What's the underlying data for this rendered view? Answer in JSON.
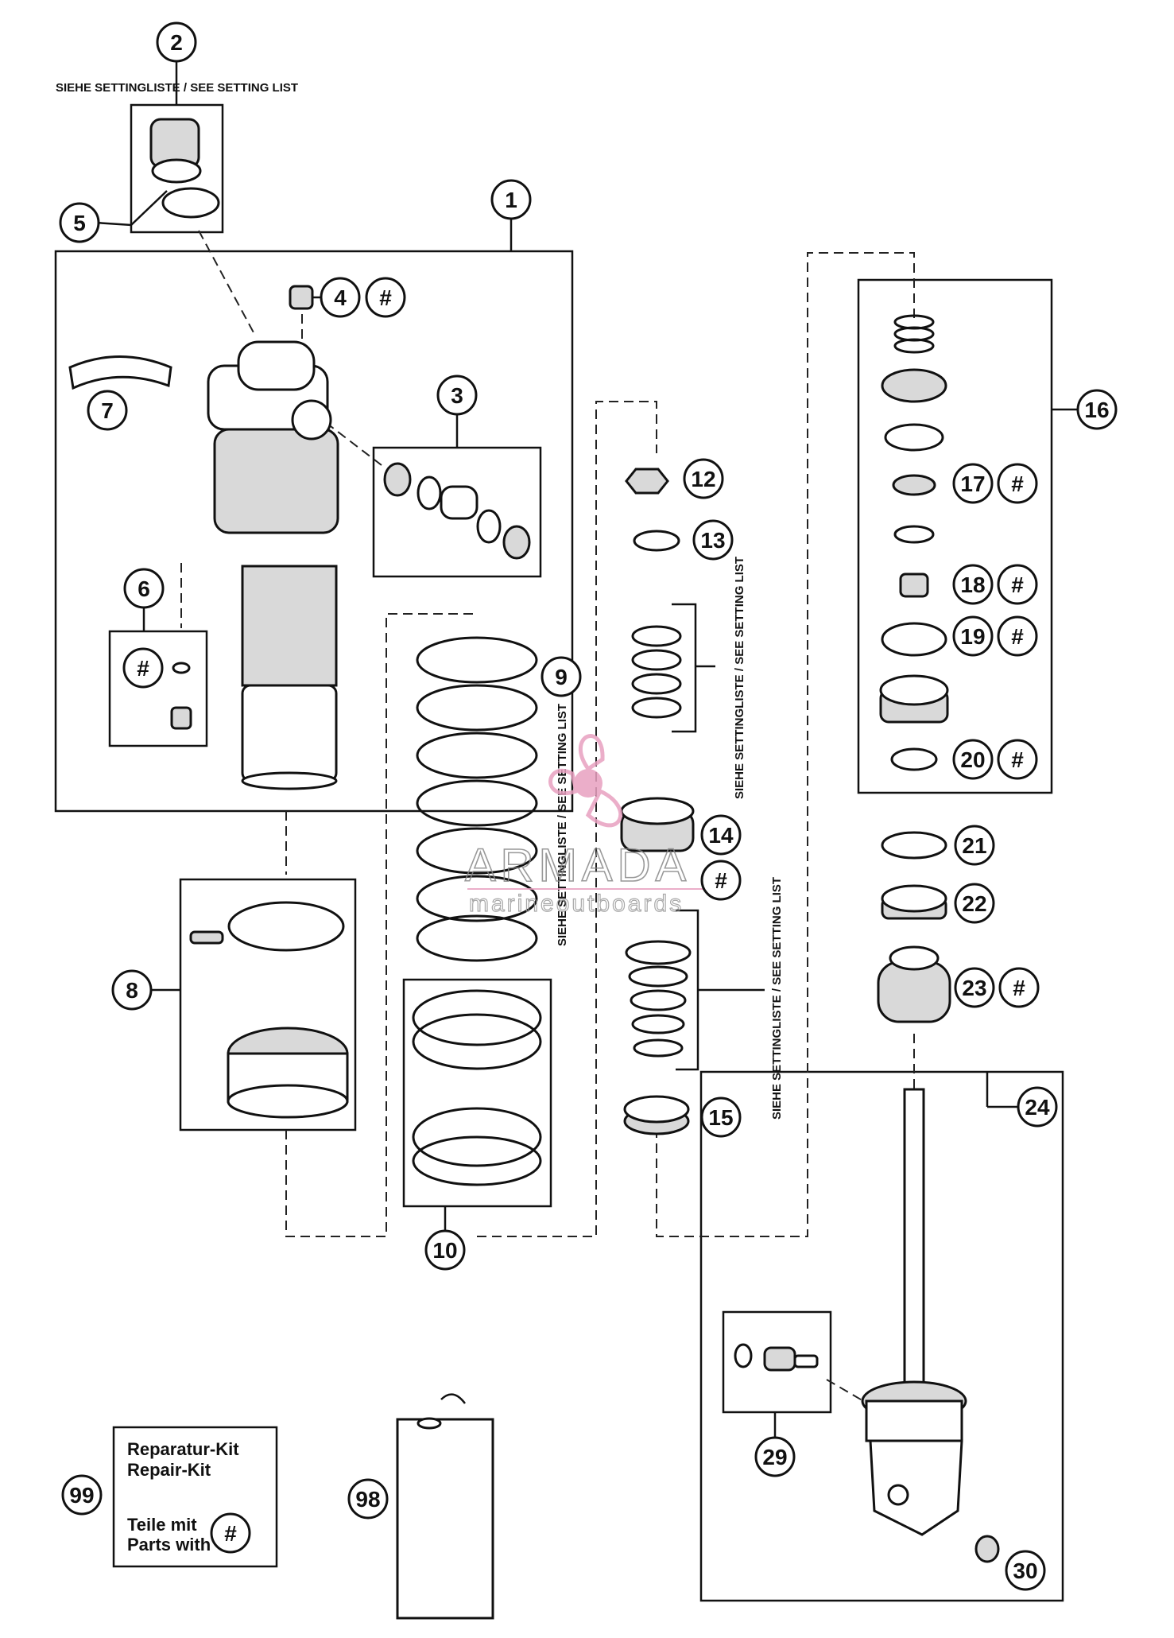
{
  "callouts": [
    {
      "id": "c1",
      "label": "1"
    },
    {
      "id": "c2",
      "label": "2"
    },
    {
      "id": "c3",
      "label": "3"
    },
    {
      "id": "c4",
      "label": "4"
    },
    {
      "id": "c5",
      "label": "5"
    },
    {
      "id": "c6",
      "label": "6"
    },
    {
      "id": "c7",
      "label": "7"
    },
    {
      "id": "c8",
      "label": "8"
    },
    {
      "id": "c9",
      "label": "9"
    },
    {
      "id": "c10",
      "label": "10"
    },
    {
      "id": "c12",
      "label": "12"
    },
    {
      "id": "c13",
      "label": "13"
    },
    {
      "id": "c14",
      "label": "14"
    },
    {
      "id": "c15",
      "label": "15"
    },
    {
      "id": "c16",
      "label": "16"
    },
    {
      "id": "c17",
      "label": "17"
    },
    {
      "id": "c18",
      "label": "18"
    },
    {
      "id": "c19",
      "label": "19"
    },
    {
      "id": "c20",
      "label": "20"
    },
    {
      "id": "c21",
      "label": "21"
    },
    {
      "id": "c22",
      "label": "22"
    },
    {
      "id": "c23",
      "label": "23"
    },
    {
      "id": "c24",
      "label": "24"
    },
    {
      "id": "c29",
      "label": "29"
    },
    {
      "id": "c30",
      "label": "30"
    },
    {
      "id": "c98",
      "label": "98"
    },
    {
      "id": "c99",
      "label": "99"
    }
  ],
  "hash_marker": "#",
  "notes": {
    "setting_list": "SIEHE SETTINGLISTE / SEE SETTING LIST"
  },
  "kit_box": {
    "line1": "Reparatur-Kit",
    "line2": "Repair-Kit",
    "line3": "Teile mit",
    "line4": "Parts with"
  },
  "watermark": {
    "brand": "ARMADA",
    "tagline": "marineoutboards",
    "logo_icon": "propeller-icon",
    "color": "#e8a0c0"
  }
}
